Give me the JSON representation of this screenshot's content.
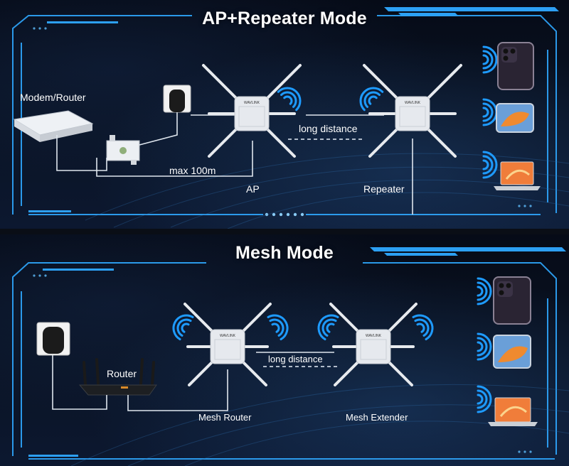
{
  "ap_repeater": {
    "title": "AP+Repeater Mode",
    "modem_label": "Modem/Router",
    "cable_label": "max 100m",
    "distance_label": "long distance",
    "ap_label": "AP",
    "repeater_label": "Repeater"
  },
  "mesh": {
    "title": "Mesh Mode",
    "router_label": "Router",
    "distance_label": "long distance",
    "mesh_router_label": "Mesh Router",
    "mesh_extender_label": "Mesh Extender"
  },
  "ap_brand": "WAVLINK",
  "colors": {
    "frame_glow": "#2fa8ff",
    "wifi_waves": "#1e9bff",
    "device_body": "#e6e9ee",
    "cable": "#dfe6ee"
  }
}
